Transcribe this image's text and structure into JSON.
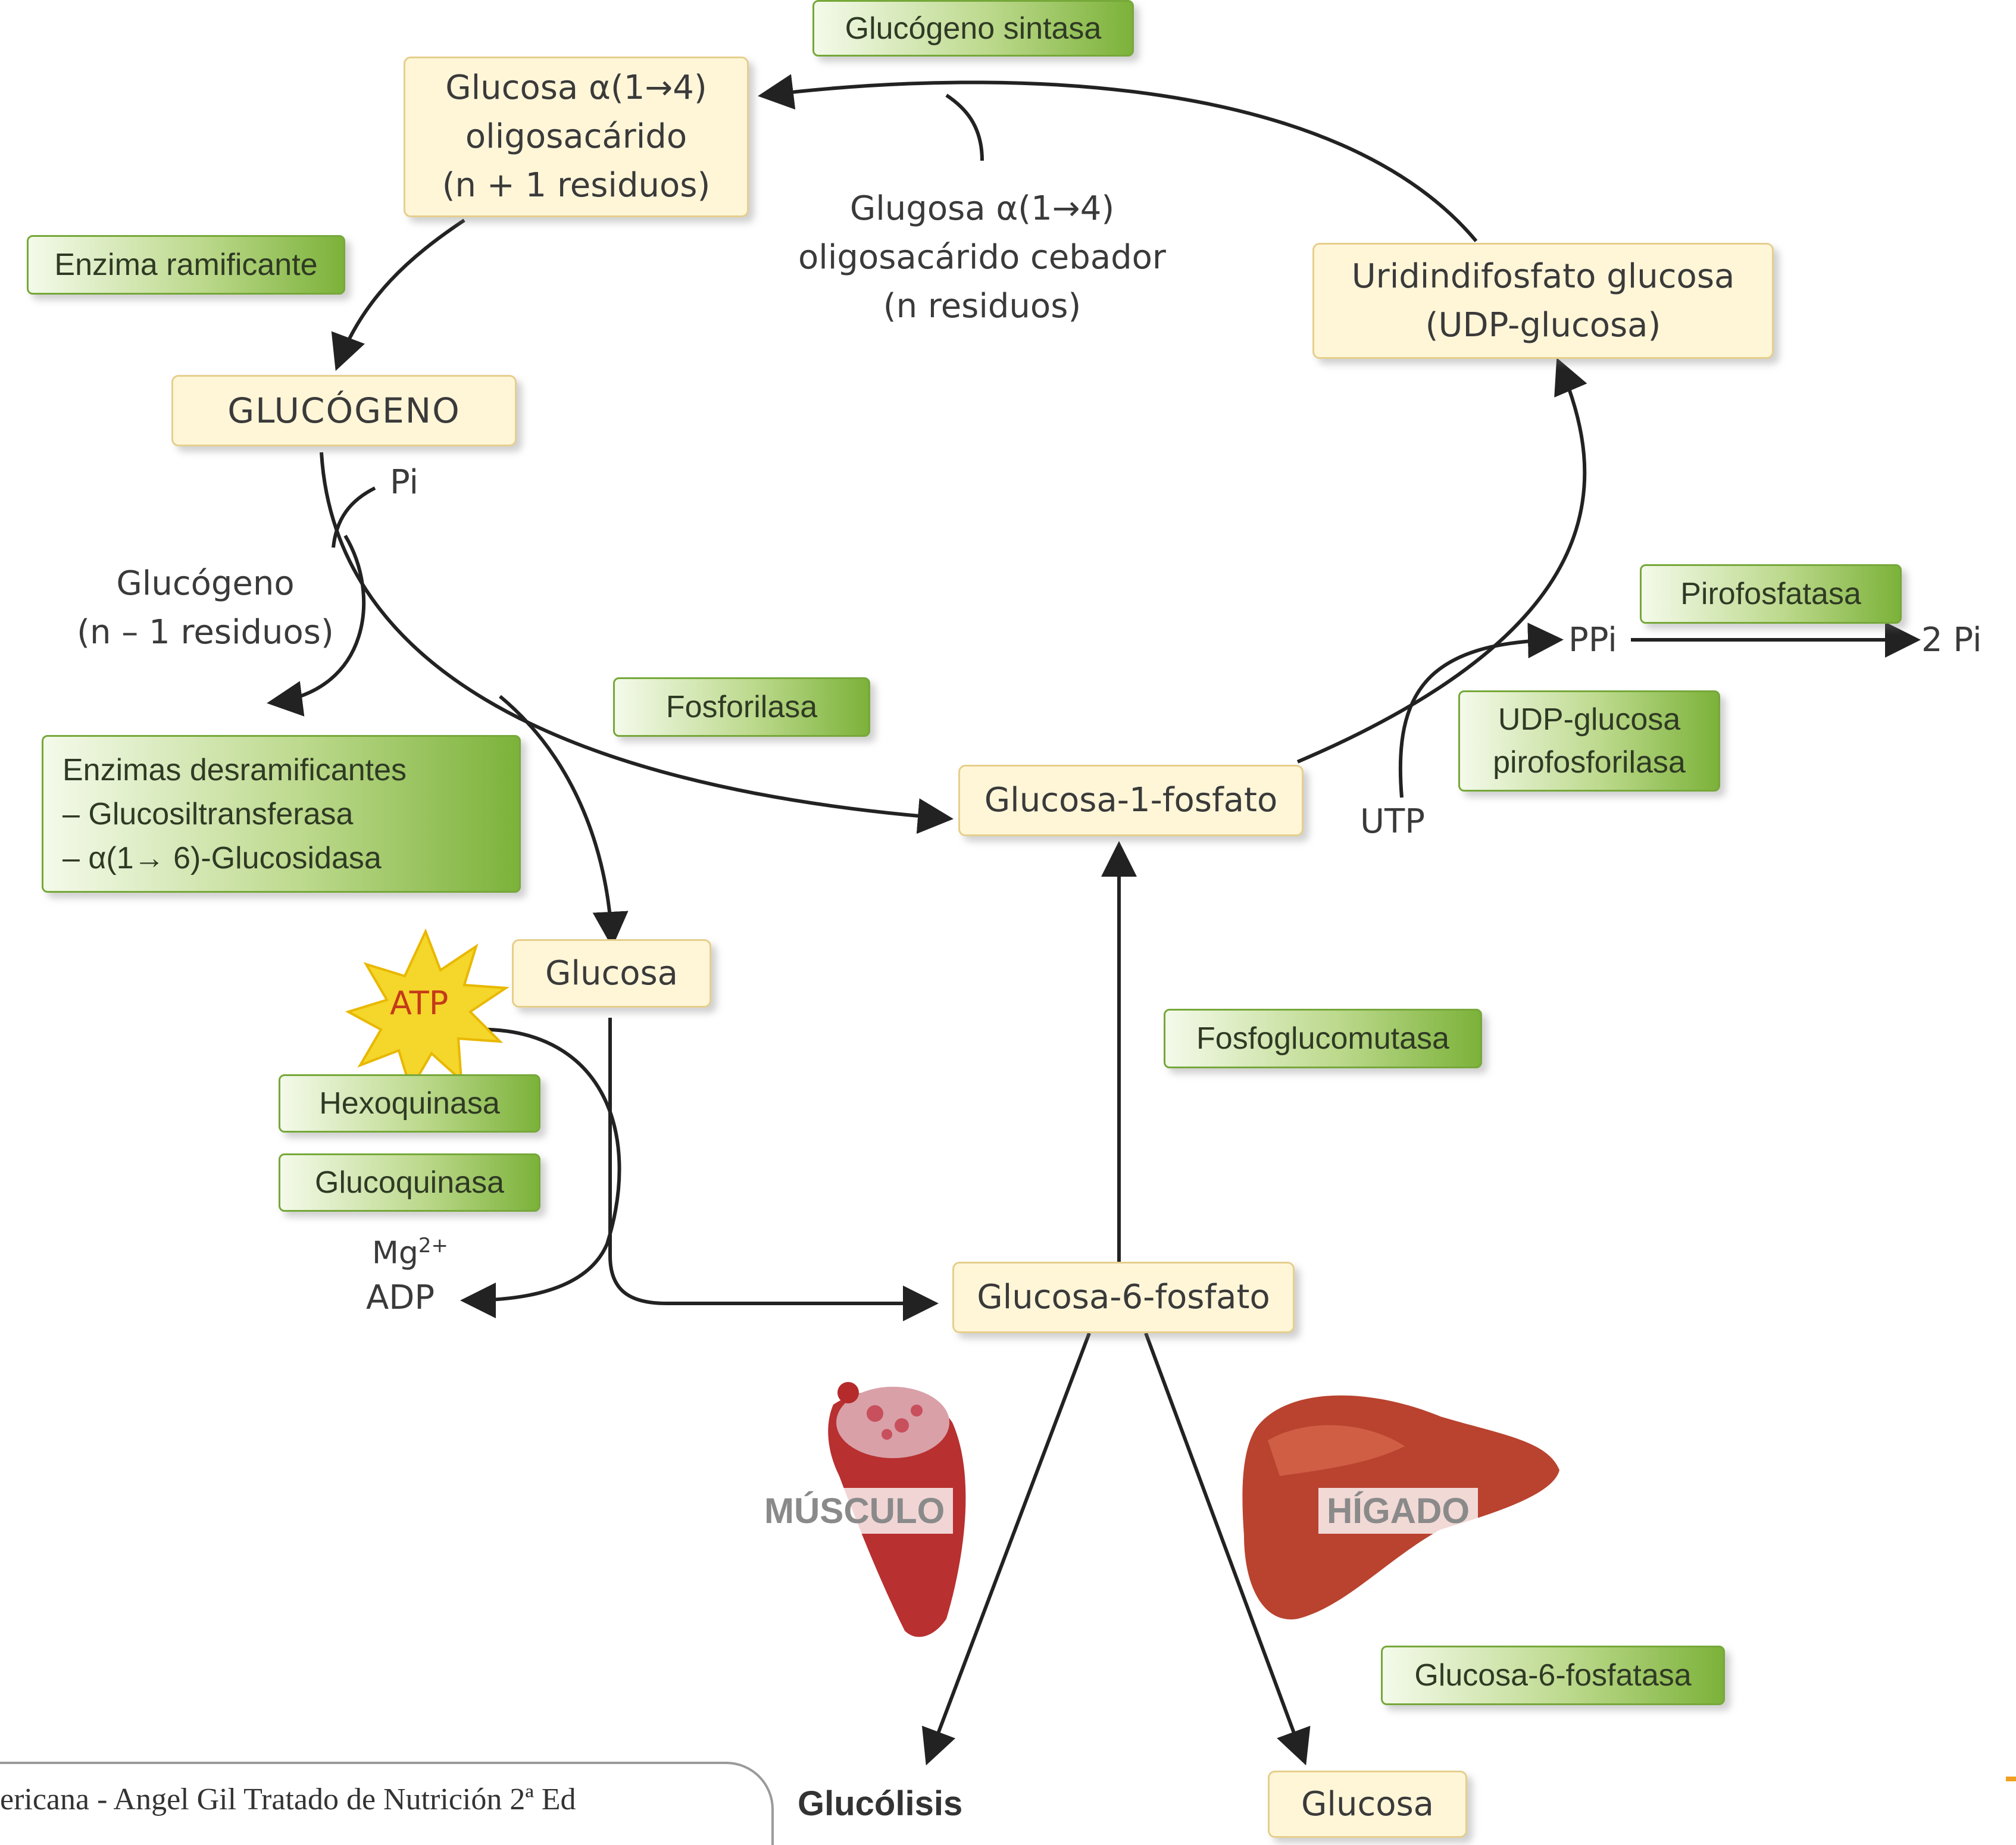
{
  "nodes": {
    "oligo_n1": [
      "Glucosa α(1→4)",
      "oligosacárido",
      "(n + 1 residuos)"
    ],
    "glucogeno": "GLUCÓGENO",
    "udp_glucosa": [
      "Uridindifosfato glucosa",
      "(UDP-glucosa)"
    ],
    "glucosa_1p": "Glucosa-1-fosfato",
    "glucosa_mid": "Glucosa",
    "glucosa_6p": "Glucosa-6-fosfato",
    "glucosa_bottom": "Glucosa"
  },
  "enzymes": {
    "glucogeno_sintasa": "Glucógeno sintasa",
    "enzima_ramificante": "Enzima ramificante",
    "fosforilasa": "Fosforilasa",
    "desramificantes": [
      "Enzimas desramificantes",
      "– Glucosiltransferasa",
      "– α(1→ 6)-Glucosidasa"
    ],
    "pirofosfatasa": "Pirofosfatasa",
    "udp_pirofosforilasa": [
      "UDP-glucosa",
      "pirofosforilasa"
    ],
    "fosfoglucomutasa": "Fosfoglucomutasa",
    "hexoquinasa": "Hexoquinasa",
    "glucoquinasa": "Glucoquinasa",
    "glucosa_6_fosfatasa": "Glucosa-6-fosfatasa"
  },
  "labels": {
    "cebador": [
      "Glugosa α(1→4)",
      "oligosacárido cebador",
      "(n residuos)"
    ],
    "pi": "Pi",
    "glucogeno_n1": [
      "Glucógeno",
      "(n – 1 residuos)"
    ],
    "ppi": "PPi",
    "two_pi": "2 Pi",
    "utp": "UTP",
    "atp": "ATP",
    "mg": "Mg",
    "mg_sup": "2+",
    "adp": "ADP",
    "musculo": "MÚSCULO",
    "higado": "HÍGADO",
    "glucolisis": "Glucólisis"
  },
  "footer": "ericana - Angel Gil Tratado de Nutrición 2ª Ed",
  "colors": {
    "node_fill": "#fff6d8",
    "node_border": "#e6cf8c",
    "enzyme_green": "#7cb23a",
    "arrow": "#222222",
    "atp_star": "#f5d62a"
  }
}
